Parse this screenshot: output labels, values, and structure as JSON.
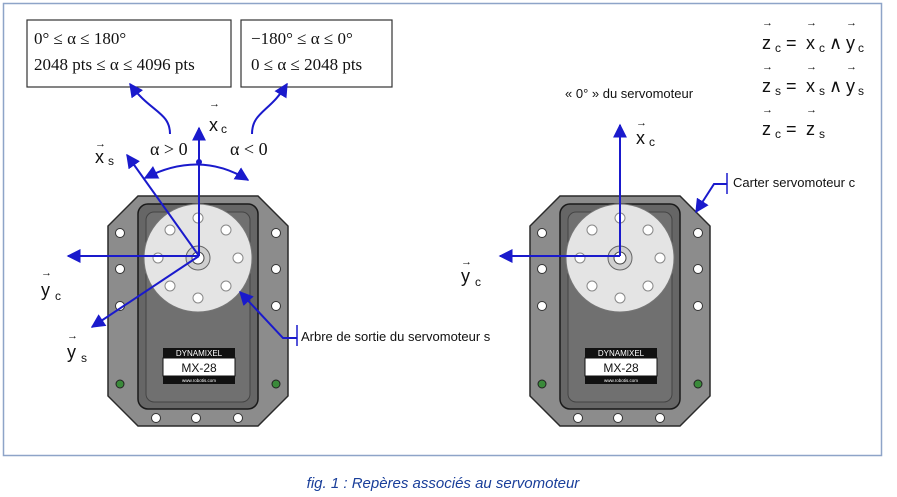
{
  "colors": {
    "frame_border": "#8ea4c8",
    "axis_blue": "#1a1acc",
    "caption_blue": "#1a3f9a",
    "servo_body": "#6e6e6e",
    "servo_bracket": "#8c8c8c",
    "horn_light": "#e4e4e4",
    "text_dark": "#111111"
  },
  "range_boxes": [
    {
      "line1": "0° ≤ α ≤ 180°",
      "line2": "2048 pts ≤ α ≤ 4096 pts"
    },
    {
      "line1": "−180° ≤ α ≤ 0°",
      "line2": "0 ≤ α ≤ 2048 pts"
    }
  ],
  "angles": {
    "positive": "α > 0",
    "negative": "α < 0"
  },
  "servo_label": {
    "brand": "DYNAMIXEL",
    "model": "MX-28",
    "url": "www.robotis.com"
  },
  "left_axes": {
    "x_c": {
      "letter": "x",
      "sub": "c"
    },
    "x_s": {
      "letter": "x",
      "sub": "s"
    },
    "y_c": {
      "letter": "y",
      "sub": "c"
    },
    "y_s": {
      "letter": "y",
      "sub": "s"
    }
  },
  "right_axes": {
    "x_c": {
      "letter": "x",
      "sub": "c"
    },
    "y_c": {
      "letter": "y",
      "sub": "c"
    }
  },
  "annotations": {
    "zero_label": "« 0° » du servomoteur",
    "arbre": "Arbre de sortie du  servomoteur s",
    "carter": "Carter servomoteur c"
  },
  "equations": [
    {
      "lhs": "z",
      "lhs_sub": "c",
      "op1": "=",
      "a": "x",
      "a_sub": "c",
      "op2": "∧",
      "b": "y",
      "b_sub": "c"
    },
    {
      "lhs": "z",
      "lhs_sub": "s",
      "op1": "=",
      "a": "x",
      "a_sub": "s",
      "op2": "∧",
      "b": "y",
      "b_sub": "s"
    },
    {
      "lhs": "z",
      "lhs_sub": "c",
      "op1": "=",
      "a": "z",
      "a_sub": "s",
      "op2": "",
      "b": "",
      "b_sub": ""
    }
  ],
  "caption": "fig. 1 : Repères associés au servomoteur"
}
